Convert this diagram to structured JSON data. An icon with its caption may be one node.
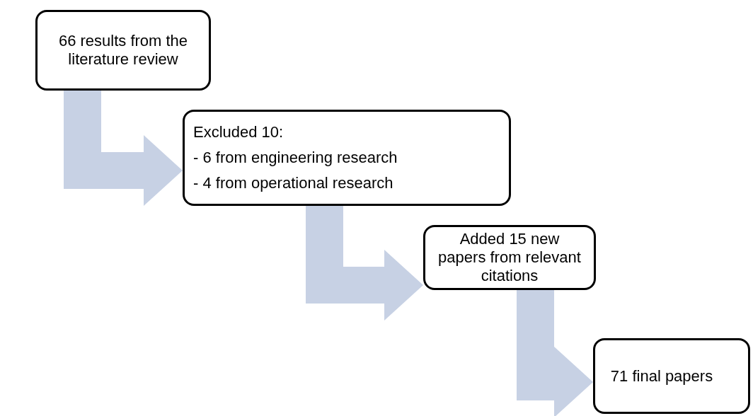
{
  "diagram": {
    "nodes": [
      {
        "text": [
          "66 results from the literature review"
        ]
      },
      {
        "text": [
          "Excluded 10:",
          "- 6 from engineering research",
          "- 4 from operational research"
        ]
      },
      {
        "text": [
          "Added 15 new papers from relevant citations"
        ]
      },
      {
        "text": [
          "71 final papers"
        ]
      }
    ],
    "edges": [
      {
        "from": 0,
        "to": 1,
        "arrow": "to"
      },
      {
        "from": 1,
        "to": 2,
        "arrow": "to"
      },
      {
        "from": 2,
        "to": 3,
        "arrow": "to"
      }
    ]
  }
}
